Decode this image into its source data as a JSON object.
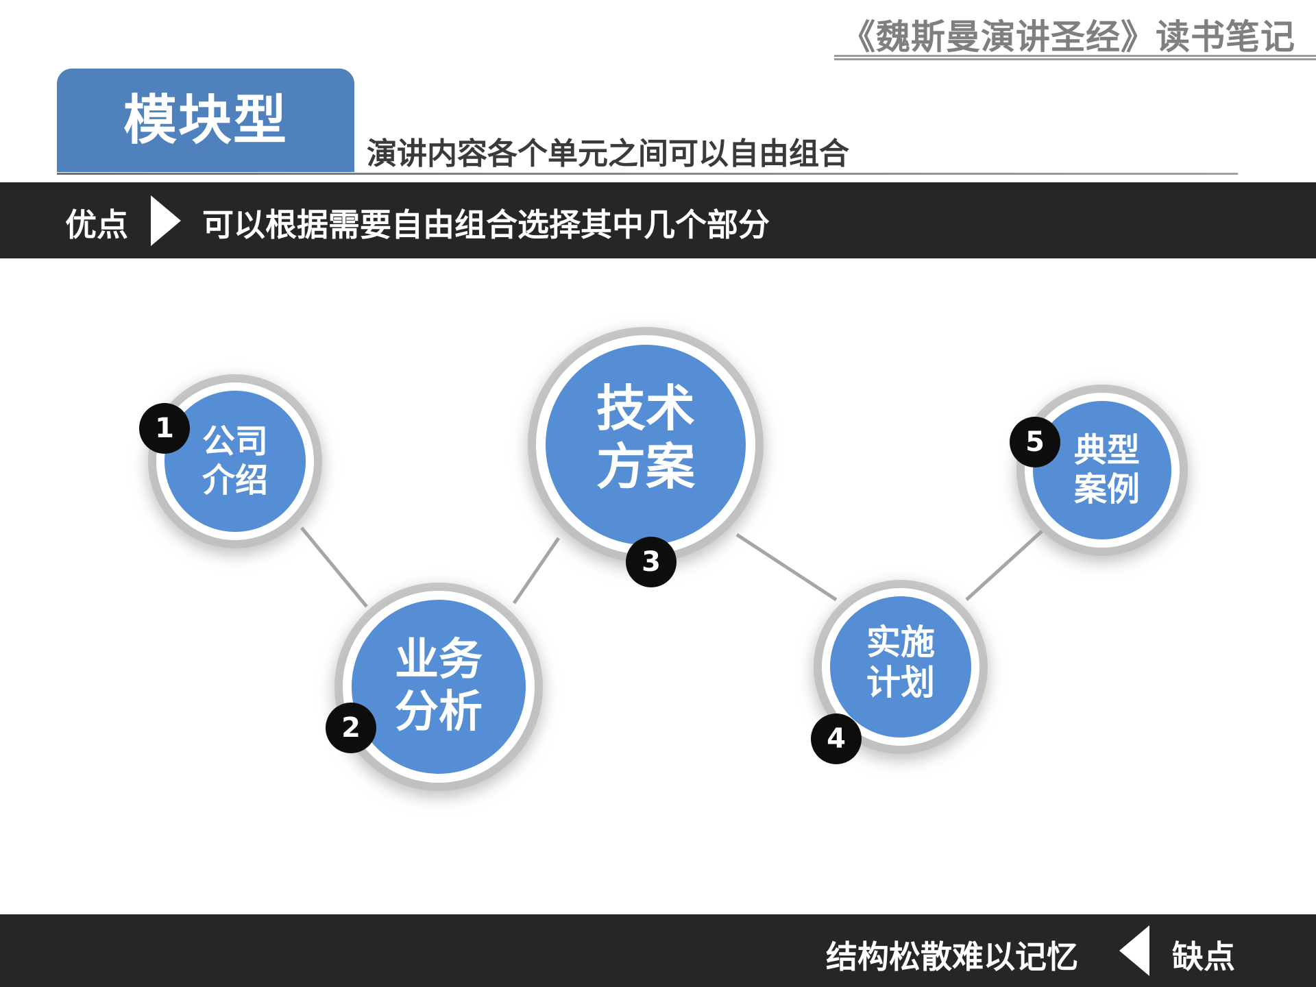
{
  "header": {
    "book_title": "《魏斯曼演讲圣经》读书笔记"
  },
  "section": {
    "tab_label": "模块型",
    "subtitle": "演讲内容各个单元之间可以自由组合"
  },
  "advantage": {
    "label": "优点",
    "icon": "triangle-right-icon",
    "text": "可以根据需要自由组合选择其中几个部分"
  },
  "disadvantage": {
    "label": "缺点",
    "icon": "triangle-left-icon",
    "text": "结构松散难以记忆"
  },
  "modules": [
    {
      "number": "1",
      "line1": "公司",
      "line2": "介绍"
    },
    {
      "number": "2",
      "line1": "业务",
      "line2": "分析"
    },
    {
      "number": "3",
      "line1": "技术",
      "line2": "方案"
    },
    {
      "number": "4",
      "line1": "实施",
      "line2": "计划"
    },
    {
      "number": "5",
      "line1": "典型",
      "line2": "案例"
    }
  ],
  "colors": {
    "tab_blue": "#4f81bd",
    "circle_blue": "#558ed5",
    "band_dark": "#262626",
    "badge_black": "#0d0d0d",
    "title_gray": "#7f7f7f"
  }
}
